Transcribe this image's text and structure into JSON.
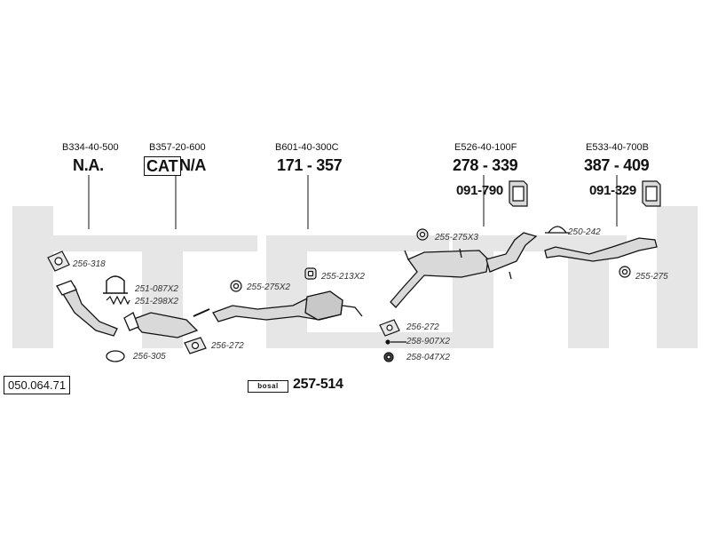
{
  "groups": [
    {
      "code": "B334-40-500",
      "price": "N.A."
    },
    {
      "code": "B357-20-600",
      "price": "N/A",
      "cat": "CAT"
    },
    {
      "code": "B601-40-300C",
      "price": "171 - 357"
    },
    {
      "code": "E526-40-100F",
      "price": "278 - 339",
      "kit": "091-790"
    },
    {
      "code": "E533-40-700B",
      "price": "387 - 409",
      "kit": "091-329"
    }
  ],
  "parts": [
    "256-318",
    "251-087X2",
    "251-298X2",
    "256-305",
    "256-272",
    "255-275X2",
    "255-213X2",
    "255-275X3",
    "256-272",
    "258-907X2",
    "258-047X2",
    "250-242",
    "255-275"
  ],
  "reference": "050.064.71",
  "brand": {
    "logo_text": "bosal",
    "kit_number": "257-514"
  },
  "colors": {
    "watermark": "#e6e6e6",
    "ink": "#111111",
    "part_fill": "#d9d9d9"
  }
}
